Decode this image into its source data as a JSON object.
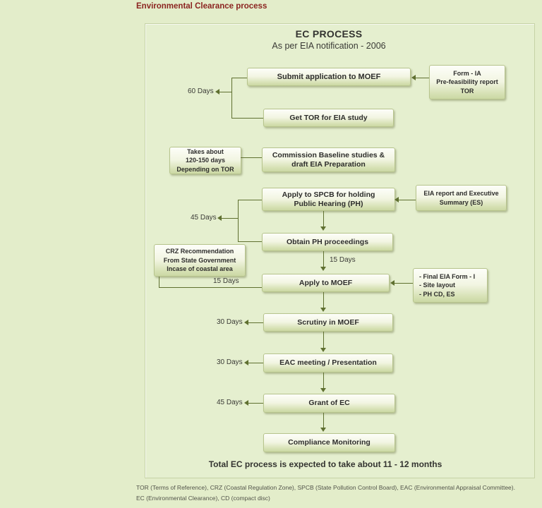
{
  "page": {
    "title": "Environmental Clearance process",
    "footnote_line1": "TOR  (Terms of Reference),  CRZ  (Coastal  Regulation Zone), SPCB (State Pollution Control Board), EAC (Environmental Appraisal Committee).",
    "footnote_line2": "EC (Environmental Clearance), CD (compact disc)"
  },
  "diagram": {
    "heading": "EC PROCESS",
    "subheading": "As per EIA notification - 2006",
    "total_note": "Total EC process is expected to take about 11 - 12 months"
  },
  "steps": [
    {
      "label": "Submit application to MOEF"
    },
    {
      "label": "Get TOR for EIA study"
    },
    {
      "label": "Commission Baseline studies &\ndraft EIA Preparation"
    },
    {
      "label": "Apply to SPCB for holding\nPublic Hearing (PH)"
    },
    {
      "label": "Obtain PH proceedings"
    },
    {
      "label": "Apply to MOEF"
    },
    {
      "label": "Scrutiny in MOEF"
    },
    {
      "label": "EAC meeting / Presentation"
    },
    {
      "label": "Grant of EC"
    },
    {
      "label": "Compliance Monitoring"
    }
  ],
  "notes": [
    {
      "label": "Form - IA\nPre-feasibility report\nTOR"
    },
    {
      "label": "Takes about\n120-150 days\nDepending on TOR"
    },
    {
      "label": "EIA report and Executive\nSummary (ES)"
    },
    {
      "label": "CRZ Recommendation\nFrom State Government\nIncase of coastal area"
    },
    {
      "label": "- Final EIA Form - I\n- Site layout\n- PH CD, ES"
    }
  ],
  "durations": [
    {
      "label": "60 Days"
    },
    {
      "label": "45 Days"
    },
    {
      "label": "15 Days"
    },
    {
      "label": "15 Days"
    },
    {
      "label": "30 Days"
    },
    {
      "label": "30 Days"
    },
    {
      "label": "45 Days"
    }
  ],
  "icons": {
    "arrowhead_left": "css-triangle-left",
    "arrowhead_down": "css-triangle-down"
  },
  "colors": {
    "page_background": "#e3edca",
    "title_text": "#8b2420",
    "connector_line": "#5f7030",
    "box_border": "#b7c48d",
    "box_fill_top": "#fdfef9",
    "box_fill_bottom": "#cbd8a4",
    "box_text": "#2d2d2b"
  }
}
